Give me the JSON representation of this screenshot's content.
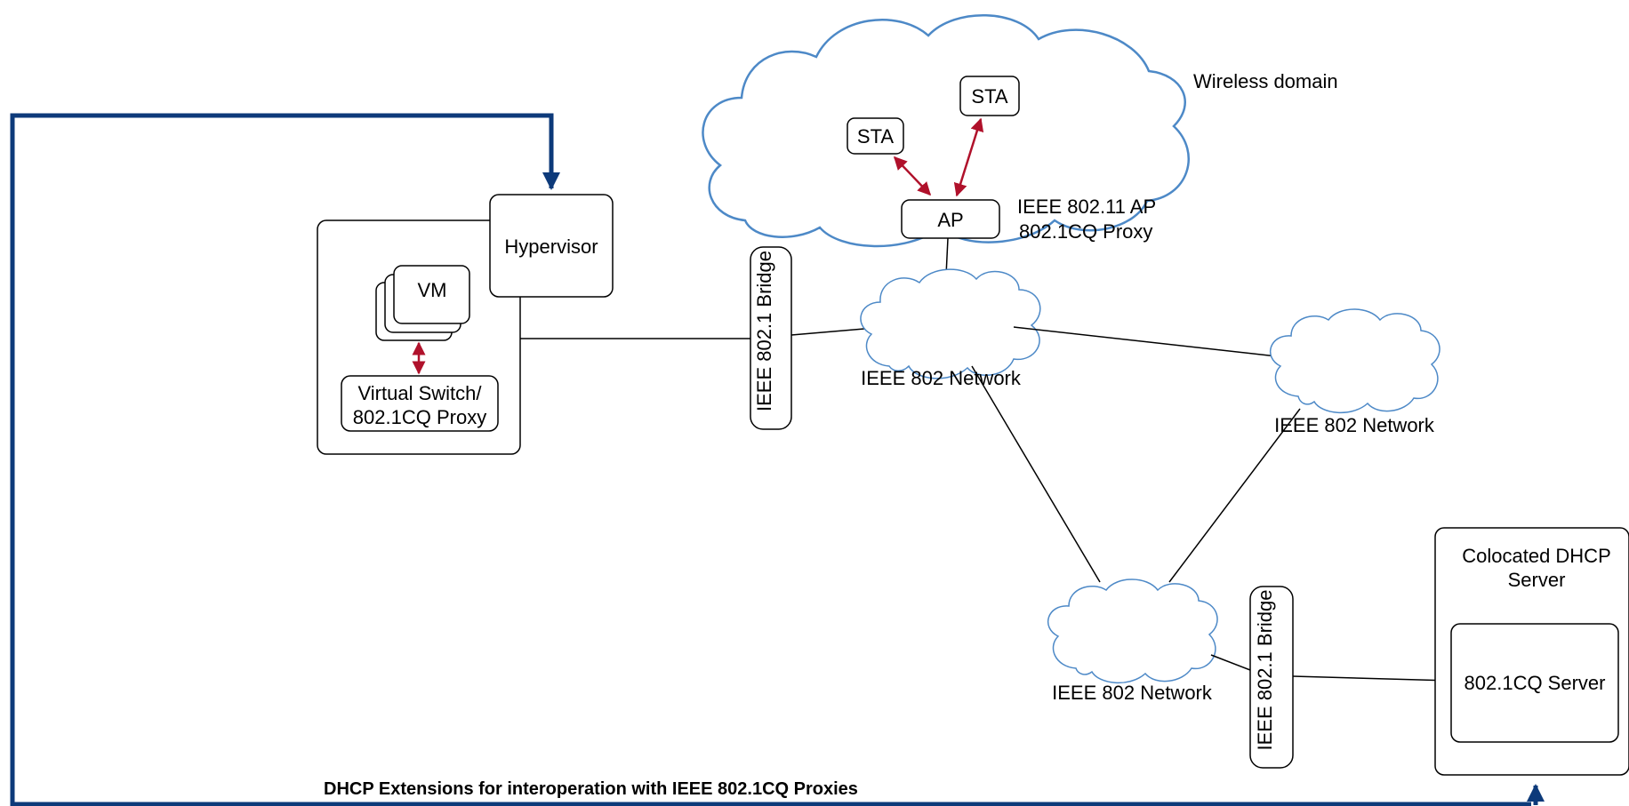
{
  "colors": {
    "feedback_arrow": "#0d3a7a",
    "proxy_arrow": "#b0112b",
    "cloud_stroke": "#4d89c7",
    "node_stroke": "#000000"
  },
  "caption": "DHCP Extensions for interoperation with IEEE 802.1CQ Proxies",
  "wireless": {
    "domain_label": "Wireless domain",
    "sta_1": "STA",
    "sta_2": "STA",
    "ap": "AP",
    "ap_label_line1": "IEEE 802.11 AP",
    "ap_label_line2": "802.1CQ Proxy"
  },
  "host": {
    "hypervisor": "Hypervisor",
    "vm": "VM",
    "vswitch_line1": "Virtual Switch/",
    "vswitch_line2": "802.1CQ Proxy"
  },
  "bridges": {
    "bridge_1": "IEEE 802.1 Bridge",
    "bridge_2": "IEEE 802.1 Bridge"
  },
  "networks": {
    "network_center": "IEEE 802 Network",
    "network_right": "IEEE 802 Network",
    "network_bottom": "IEEE 802 Network"
  },
  "dhcp": {
    "colocated_line1": "Colocated DHCP",
    "colocated_line2": "Server",
    "server": "802.1CQ Server"
  }
}
